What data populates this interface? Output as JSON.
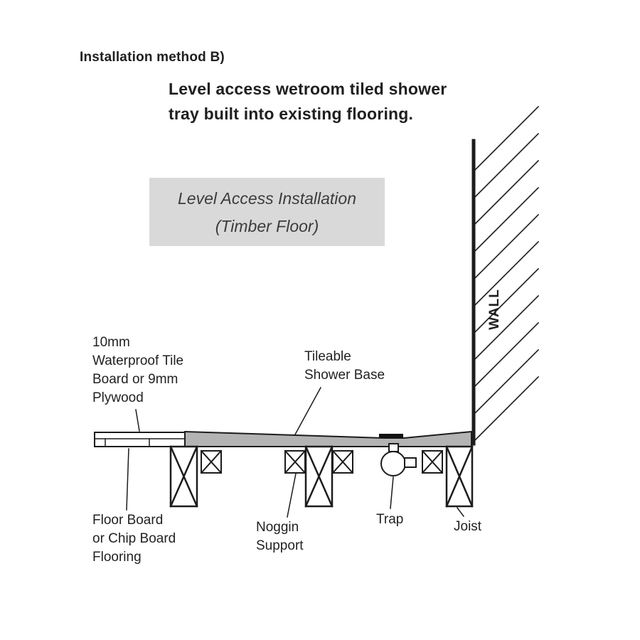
{
  "header": {
    "method_title": "Installation method B)",
    "subtitle": [
      "Level access wetroom tiled shower",
      "tray built into existing flooring."
    ]
  },
  "info_box": {
    "lines": [
      "Level Access Installation",
      "(Timber Floor)"
    ]
  },
  "labels": {
    "wall": "WALL",
    "tile_board": [
      "10mm",
      "Waterproof Tile",
      "Board or 9mm",
      "Plywood"
    ],
    "shower_base": [
      "Tileable",
      "Shower Base"
    ],
    "floor_board": [
      "Floor Board",
      "or Chip Board",
      "Flooring"
    ],
    "noggin": [
      "Noggin",
      "Support"
    ],
    "trap": "Trap",
    "joist": "Joist"
  },
  "colors": {
    "line": "#1c1c1c",
    "info_box_bg": "#d9d9d9",
    "shower_base_fill": "#b3b3b3"
  }
}
